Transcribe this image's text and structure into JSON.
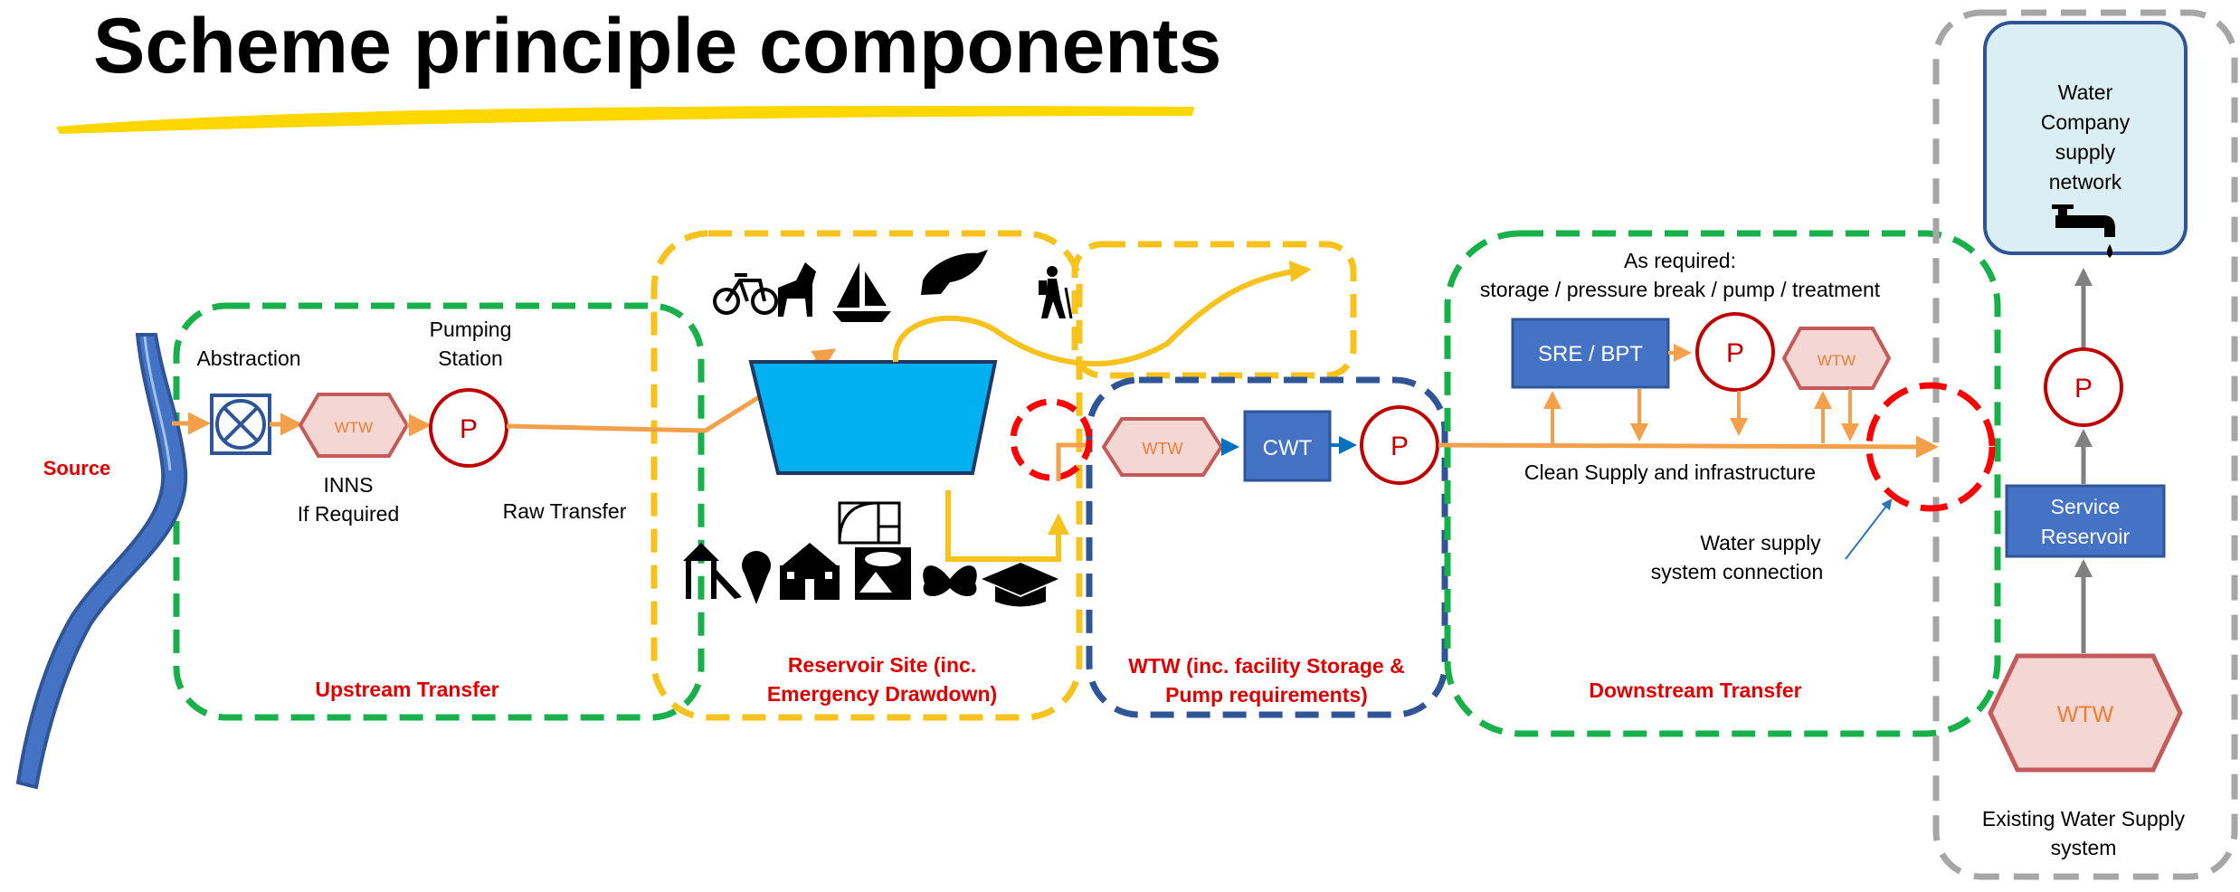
{
  "title": "Scheme principle components",
  "labels": {
    "source": "Source",
    "abstraction": "Abstraction",
    "pumping_station_1": "Pumping",
    "pumping_station_2": "Station",
    "inns_1": "INNS",
    "inns_2": "If Required",
    "raw_transfer": "Raw Transfer",
    "upstream_transfer": "Upstream Transfer",
    "reservoir_site_1": "Reservoir Site (inc.",
    "reservoir_site_2": "Emergency Drawdown)",
    "wtw_section_1": "WTW (inc. facility Storage &",
    "wtw_section_2": "Pump requirements)",
    "as_required_1": "As required:",
    "as_required_2": "storage / pressure break / pump / treatment",
    "clean_supply": "Clean Supply and infrastructure",
    "water_supply_connection_1": "Water supply",
    "water_supply_connection_2": "system connection",
    "downstream_transfer": "Downstream Transfer",
    "existing_system_1": "Existing Water Supply",
    "existing_system_2": "system",
    "water_company_1": "Water",
    "water_company_2": "Company",
    "water_company_3": "supply",
    "water_company_4": "network"
  },
  "components": {
    "wtw": "WTW",
    "pump": "P",
    "cwt": "CWT",
    "sre_bpt": "SRE / BPT",
    "service_reservoir_1": "Service",
    "service_reservoir_2": "Reservoir"
  },
  "colors": {
    "green_dash": "#18b04a",
    "yellow_dash": "#f7c21b",
    "navy_dash": "#2f5597",
    "grey_dash": "#a6a6a6",
    "red": "#c00000",
    "orange_flow": "#f4a04a",
    "blue_box": "#4472c4",
    "wtw_fill": "#f4d7d3",
    "wtw_stroke": "#c55a5a",
    "reservoir_fill": "#00b0f0",
    "company_fill": "#dbeef4"
  }
}
